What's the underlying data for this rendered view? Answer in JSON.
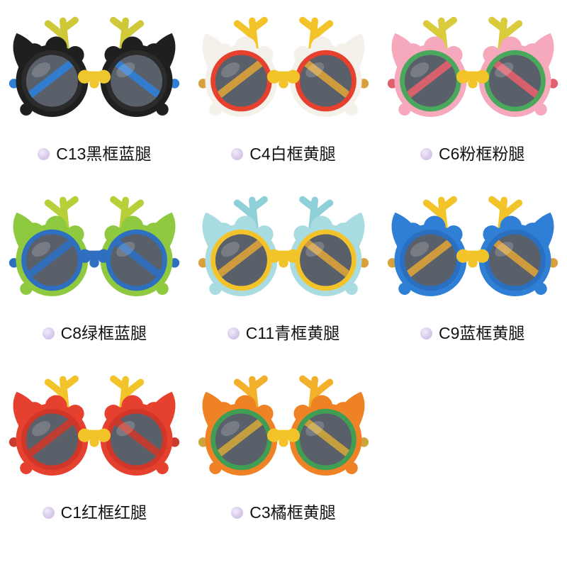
{
  "page": {
    "background": "#ffffff",
    "bullet_color": "#c7b3e0",
    "text_color": "#111111"
  },
  "variants": [
    {
      "id": "C13",
      "label": "C13黑框蓝腿",
      "colors": {
        "frame": "#1f1f1f",
        "ring": "#2b2b2b",
        "lens": "#59606a",
        "leg": "#2f7fd6",
        "antler": "#cfc93a",
        "bridge": "#eec62e"
      }
    },
    {
      "id": "C4",
      "label": "C4白框黄腿",
      "colors": {
        "frame": "#f4f1ea",
        "ring": "#e6402e",
        "lens": "#59606a",
        "leg": "#d9a13c",
        "antler": "#f3c42a",
        "bridge": "#f3c42a"
      }
    },
    {
      "id": "C6",
      "label": "C6粉框粉腿",
      "colors": {
        "frame": "#f6a9bd",
        "ring": "#49a85c",
        "lens": "#59606a",
        "leg": "#e2606e",
        "antler": "#d9cb3c",
        "bridge": "#f3c42a"
      }
    },
    {
      "id": "C8",
      "label": "C8绿框蓝腿",
      "colors": {
        "frame": "#8fc93f",
        "ring": "#2f6fc0",
        "lens": "#59606a",
        "leg": "#2f6fc0",
        "antler": "#b8cf3a",
        "bridge": "#2f6fc0"
      }
    },
    {
      "id": "C11",
      "label": "C11青框黄腿",
      "colors": {
        "frame": "#a9dce1",
        "ring": "#f3c42a",
        "lens": "#59606a",
        "leg": "#d9a13c",
        "antler": "#8fd0d8",
        "bridge": "#f3c42a"
      }
    },
    {
      "id": "C9",
      "label": "C9蓝框黄腿",
      "colors": {
        "frame": "#2f7fd6",
        "ring": "#2a6fc0",
        "lens": "#59606a",
        "leg": "#d9a13c",
        "antler": "#f3c42a",
        "bridge": "#f3c42a"
      }
    },
    {
      "id": "C1",
      "label": "C1红框红腿",
      "colors": {
        "frame": "#e6402e",
        "ring": "#d23628",
        "lens": "#59606a",
        "leg": "#c93b2e",
        "antler": "#f3c42a",
        "bridge": "#f3c42a"
      }
    },
    {
      "id": "C3",
      "label": "C3橘框黄腿",
      "colors": {
        "frame": "#f08226",
        "ring": "#3f9e53",
        "lens": "#59606a",
        "leg": "#cda53c",
        "antler": "#f3b02a",
        "bridge": "#f3c42a"
      }
    }
  ]
}
